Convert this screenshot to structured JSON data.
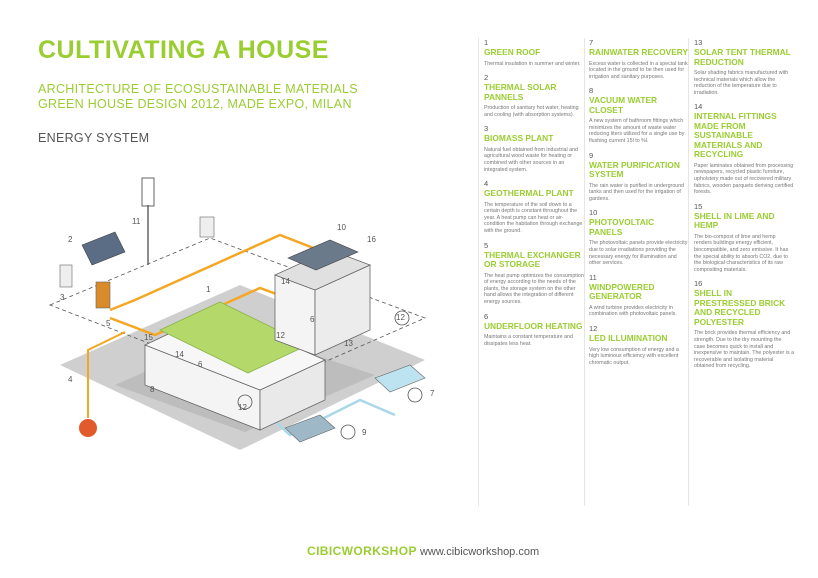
{
  "title": "CULTIVATING A HOUSE",
  "subtitle_line1": "ARCHITECTURE OF ECOSUSTAINABLE MATERIALS",
  "subtitle_line2": "GREEN HOUSE DESIGN 2012, MADE EXPO, MILAN",
  "section": "ENERGY SYSTEM",
  "diagram_labels": [
    "1",
    "2",
    "3",
    "4",
    "5",
    "6",
    "7",
    "8",
    "9",
    "10",
    "11",
    "12",
    "13",
    "14",
    "15",
    "16",
    "12",
    "14",
    "6",
    "12"
  ],
  "colors": {
    "accent": "#9acd32",
    "pipe": "#f5a623",
    "water": "#a8d8ea",
    "ground": "#c8c8c8"
  },
  "items": [
    {
      "num": "1",
      "head": "GREEN ROOF",
      "desc": "Thermal insulation in summer and winter."
    },
    {
      "num": "2",
      "head": "THERMAL SOLAR PANNELS",
      "desc": "Production of sanitary hot water, heating and cooling (with absorption systems)."
    },
    {
      "num": "3",
      "head": "BIOMASS PLANT",
      "desc": "Natural fuel obtained from industrial and agricultural wood waste for heating or combined with other sources in an integrated system."
    },
    {
      "num": "4",
      "head": "GEOTHERMAL PLANT",
      "desc": "The temperature of the soil down to a certain depth is constant throughout the year. A heat pump can heat or air-condition the habitation through exchange with the ground."
    },
    {
      "num": "5",
      "head": "THERMAL EXCHANGER OR STORAGE",
      "desc": "The heat pump optimizes the consumption of energy according to the needs of the plants, the storage system on the other hand allows the integration of different energy sources."
    },
    {
      "num": "6",
      "head": "UNDERFLOOR HEATING",
      "desc": "Maintains a constant temperature and dissipates less heat."
    },
    {
      "num": "7",
      "head": "RAINWATER RECOVERY",
      "desc": "Excess water is collected in a special tank located in the ground to be then used for irrigation and sanitary purposes."
    },
    {
      "num": "8",
      "head": "VACUUM WATER CLOSET",
      "desc": "A new system of bathroom fittings which minimizes the amount of waste water reducing liters utilized for a single use by flushing current 15l to %l."
    },
    {
      "num": "9",
      "head": "WATER PURIFICATION SYSTEM",
      "desc": "The rain water is purified in underground tanks and then used for the irrigation of gardens."
    },
    {
      "num": "10",
      "head": "PHOTOVOLTAIC PANELS",
      "desc": "The photovoltaic panels provide electricity due to solar irradiations providing the necessary energy for illumination and other services."
    },
    {
      "num": "11",
      "head": "WINDPOWERED GENERATOR",
      "desc": "A wind turbine provides electricity in combination with photovoltaic panels."
    },
    {
      "num": "12",
      "head": "LED ILLUMINATION",
      "desc": "Very low consumption of energy and a high luminous efficiency with excellent chromatic output."
    },
    {
      "num": "13",
      "head": "SOLAR TENT THERMAL REDUCTION",
      "desc": "Solar shading fabrics manufactured with technical materials which allow the reduction of the temperature due to irradiation."
    },
    {
      "num": "14",
      "head": "INTERNAL FITTINGS MADE FROM SUSTAINABLE MATERIALS AND RECYCLING",
      "desc": "Paper laminates obtained from processing newspapers, recycled plastic furniture, upholstery made out of recovered military fabrics, wooden parquets deriving certified forests."
    },
    {
      "num": "15",
      "head": "SHELL IN LIME AND HEMP",
      "desc": "The bio-compost of lime and hemp renders buildings energy efficient, biocompatible, and zero emissive. It has the special ability to absorb CO2, due to the biological characteristics of its raw compositing materials."
    },
    {
      "num": "16",
      "head": "SHELL IN PRESTRESSED BRICK AND RECYCLED POLYESTER",
      "desc": "The brick provides thermal efficiency and strength. Due to the dry mounting the case becomes quick to install and inexpensive to maintain. The polyester is a recoverable and isolating material obtained from recycling."
    }
  ],
  "footer_brand": "CIBICWORKSHOP",
  "footer_url": "www.cibicworkshop.com"
}
